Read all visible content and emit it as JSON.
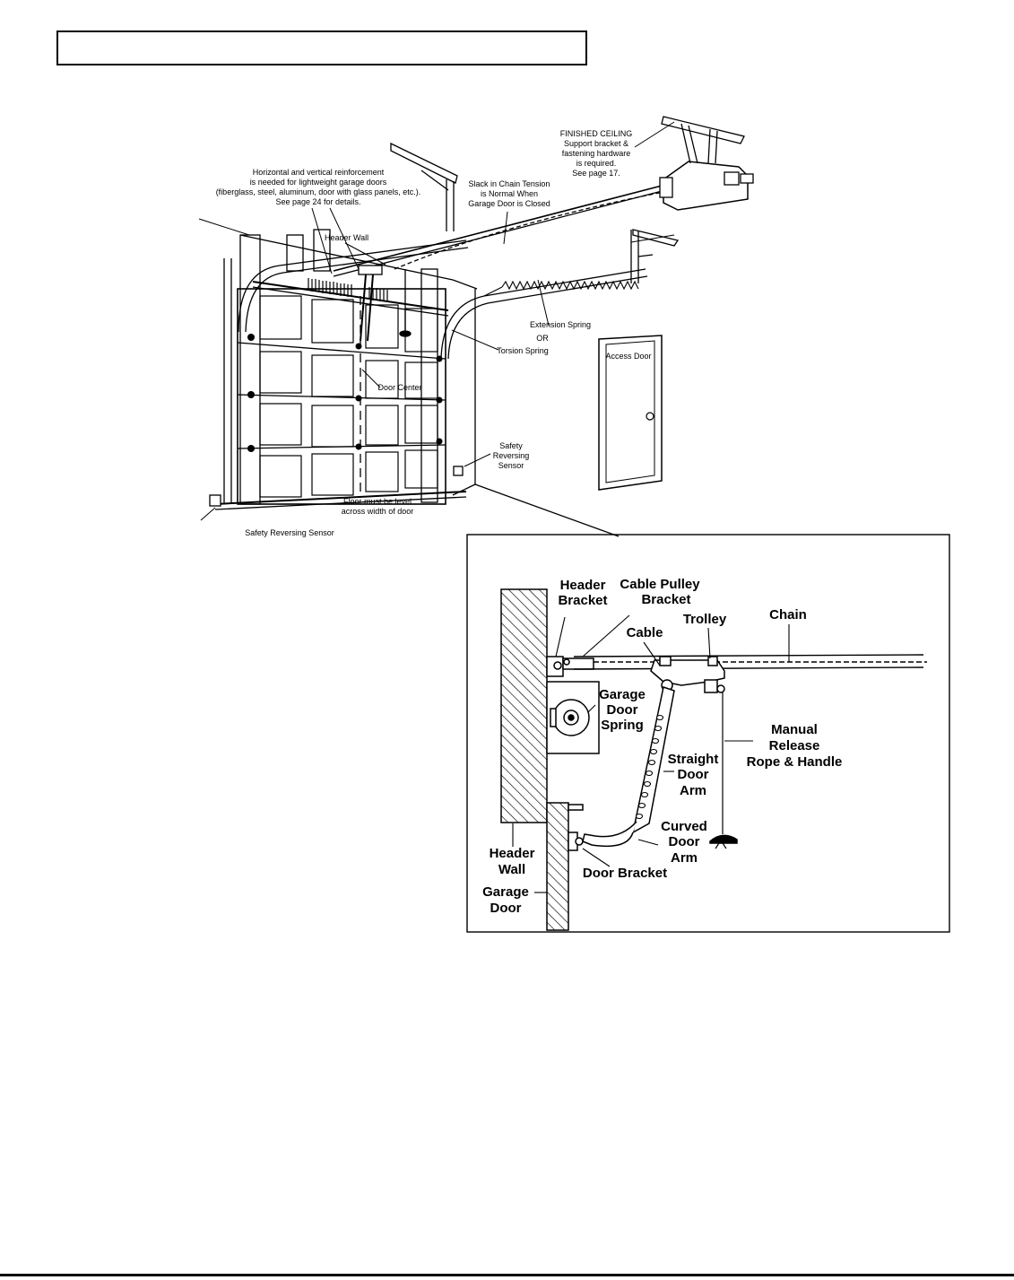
{
  "main_labels": {
    "finished_ceiling": [
      "FINISHED CEILING",
      "Support bracket &",
      "fastening hardware",
      "is required.",
      "See page 17."
    ],
    "reinforcement": [
      "Horizontal and vertical reinforcement",
      "is needed for lightweight garage doors",
      "(fiberglass, steel, aluminum, door with glass panels, etc.).",
      "See page 24 for details."
    ],
    "slack": [
      "Slack in Chain Tension",
      "is Normal When",
      "Garage Door is Closed"
    ],
    "header_wall": "Header Wall",
    "extension_spring": "Extension Spring",
    "or": "OR",
    "torsion_spring": "Torsion Spring",
    "access_door": "Access Door",
    "door_center": "Door Center",
    "safety_sensor_right": [
      "Safety",
      "Reversing",
      "Sensor"
    ],
    "floor_level": [
      "Floor must be level",
      "across width of door"
    ],
    "safety_sensor_bottom": "Safety Reversing Sensor"
  },
  "inset_labels": {
    "header_bracket": [
      "Header",
      "Bracket"
    ],
    "cable_pulley_bracket": [
      "Cable Pulley",
      "Bracket"
    ],
    "trolley": "Trolley",
    "chain": "Chain",
    "cable": "Cable",
    "garage_door_spring": [
      "Garage",
      "Door",
      "Spring"
    ],
    "manual_release": [
      "Manual",
      "Release",
      "Rope & Handle"
    ],
    "straight_door_arm": [
      "Straight",
      "Door",
      "Arm"
    ],
    "curved_door_arm": [
      "Curved",
      "Door",
      "Arm"
    ],
    "header_wall": [
      "Header",
      "Wall"
    ],
    "garage_door": [
      "Garage",
      "Door"
    ],
    "door_bracket": "Door Bracket"
  }
}
